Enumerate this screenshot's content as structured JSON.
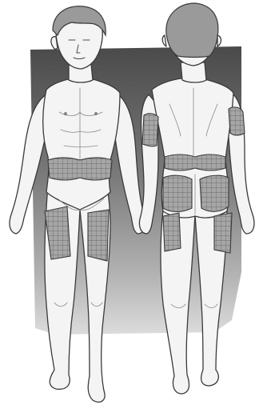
{
  "figure": {
    "views": [
      "front",
      "back"
    ],
    "injection_sites": [
      {
        "view": "front",
        "region": "abdomen"
      },
      {
        "view": "front",
        "region": "left-thigh"
      },
      {
        "view": "front",
        "region": "right-thigh"
      },
      {
        "view": "back",
        "region": "left-upper-arm"
      },
      {
        "view": "back",
        "region": "right-upper-arm"
      },
      {
        "view": "back",
        "region": "lower-back"
      },
      {
        "view": "back",
        "region": "left-buttock"
      },
      {
        "view": "back",
        "region": "right-buttock"
      },
      {
        "view": "back",
        "region": "left-thigh"
      },
      {
        "view": "back",
        "region": "right-thigh"
      }
    ],
    "colors": {
      "backdrop_dark": "#4a4a4a",
      "backdrop_light": "#d9d9d9",
      "skin": "#f4f4f4",
      "site_fill": "#9c9c9c"
    }
  }
}
